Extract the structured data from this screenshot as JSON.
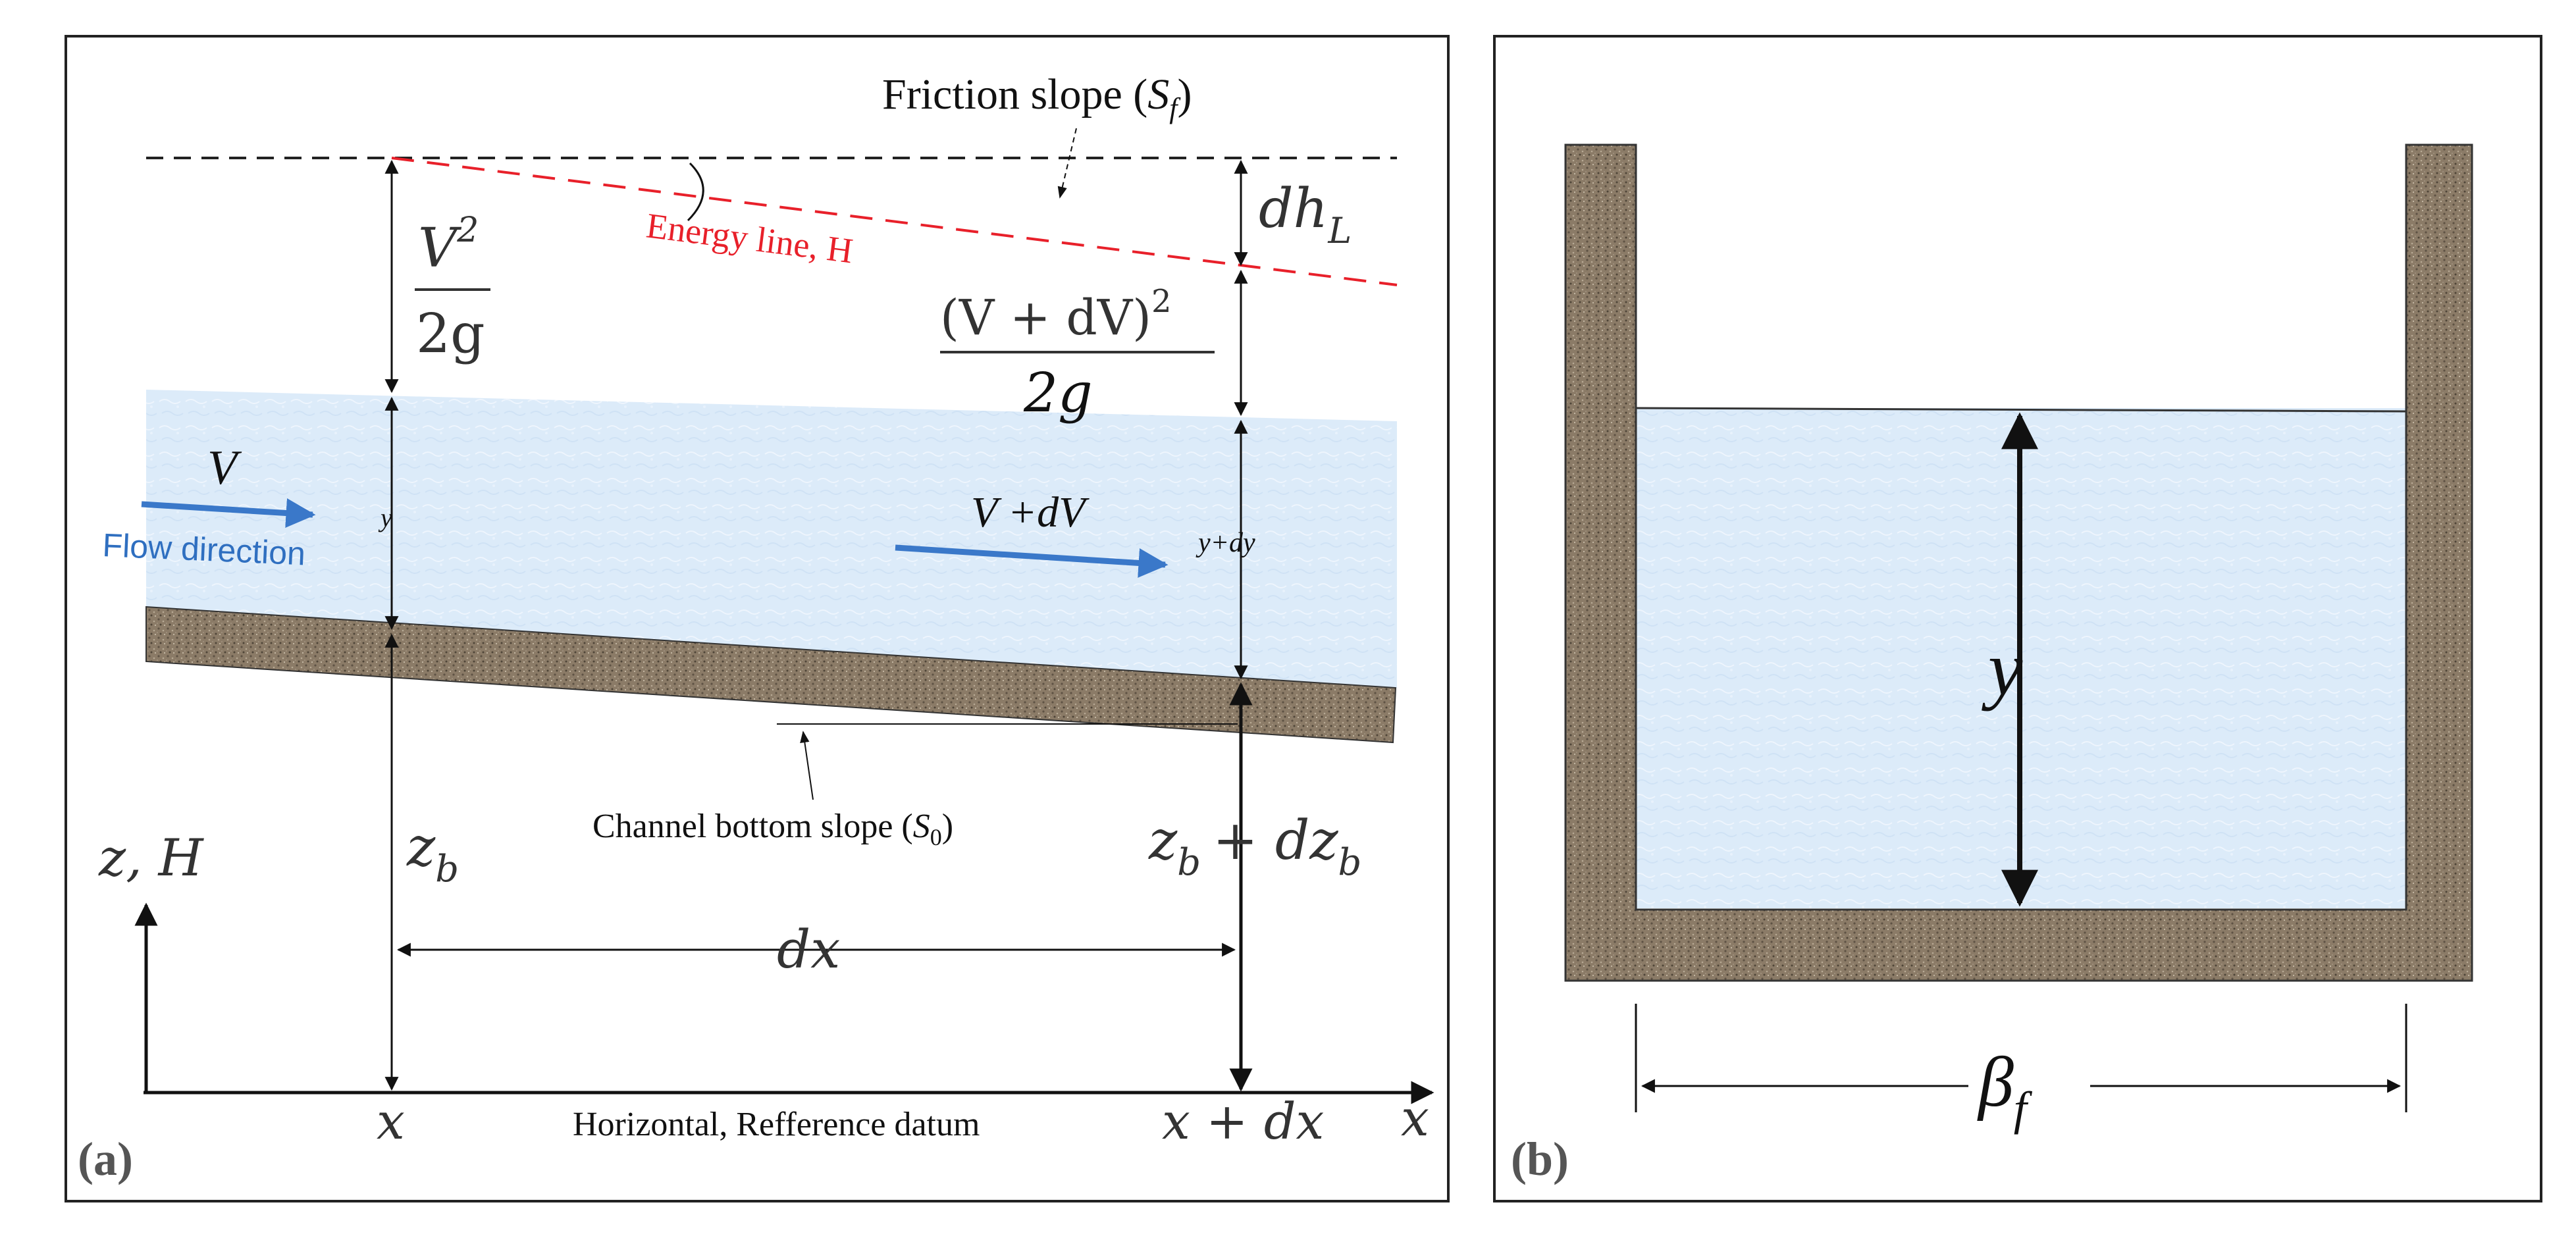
{
  "panel_a": {
    "label": "(a)",
    "friction_slope_label": "Friction slope (",
    "friction_slope_symbol": "S",
    "friction_slope_sub": "f",
    "friction_slope_close": ")",
    "energy_line_label": "Energy line, H",
    "velocity_head_num": "V",
    "velocity_head_exp": "2",
    "velocity_head_den": "2g",
    "head_loss": "dh",
    "head_loss_sub": "L",
    "velocity_head2_num": "(V + dV)",
    "velocity_head2_exp": "2",
    "velocity_head2_den": "2g",
    "velocity_upstream": "V",
    "flow_direction_label": "Flow direction",
    "depth_upstream": "y",
    "velocity_downstream": "V +dV",
    "depth_downstream": "y+dy",
    "bottom_slope_label": "Channel bottom slope (",
    "bottom_slope_symbol": "S",
    "bottom_slope_sub": "0",
    "bottom_slope_close": ")",
    "axis_label": "z, H",
    "bed_elevation": "z",
    "bed_elevation_sub": "b",
    "bed_elevation2": "z",
    "bed_elevation2_sub": "b",
    "bed_elevation2_plus": "+ dz",
    "bed_elevation2_plus_sub": "b",
    "dx_label": "dx",
    "x_label": "x",
    "datum_label": "Horizontal, Refference datum",
    "x_plus_dx_label": "x + dx",
    "x_axis_label": "x"
  },
  "panel_b": {
    "label": "(b)",
    "depth_label": "y",
    "width_symbol": "β",
    "width_sub": "f"
  },
  "colors": {
    "energy_line": "#e8202a",
    "flow_arrow": "#3a78c9",
    "flow_text": "#2f6fc0",
    "water": "#dceaf8",
    "bed": "#8a7a66",
    "frame": "#222222"
  }
}
